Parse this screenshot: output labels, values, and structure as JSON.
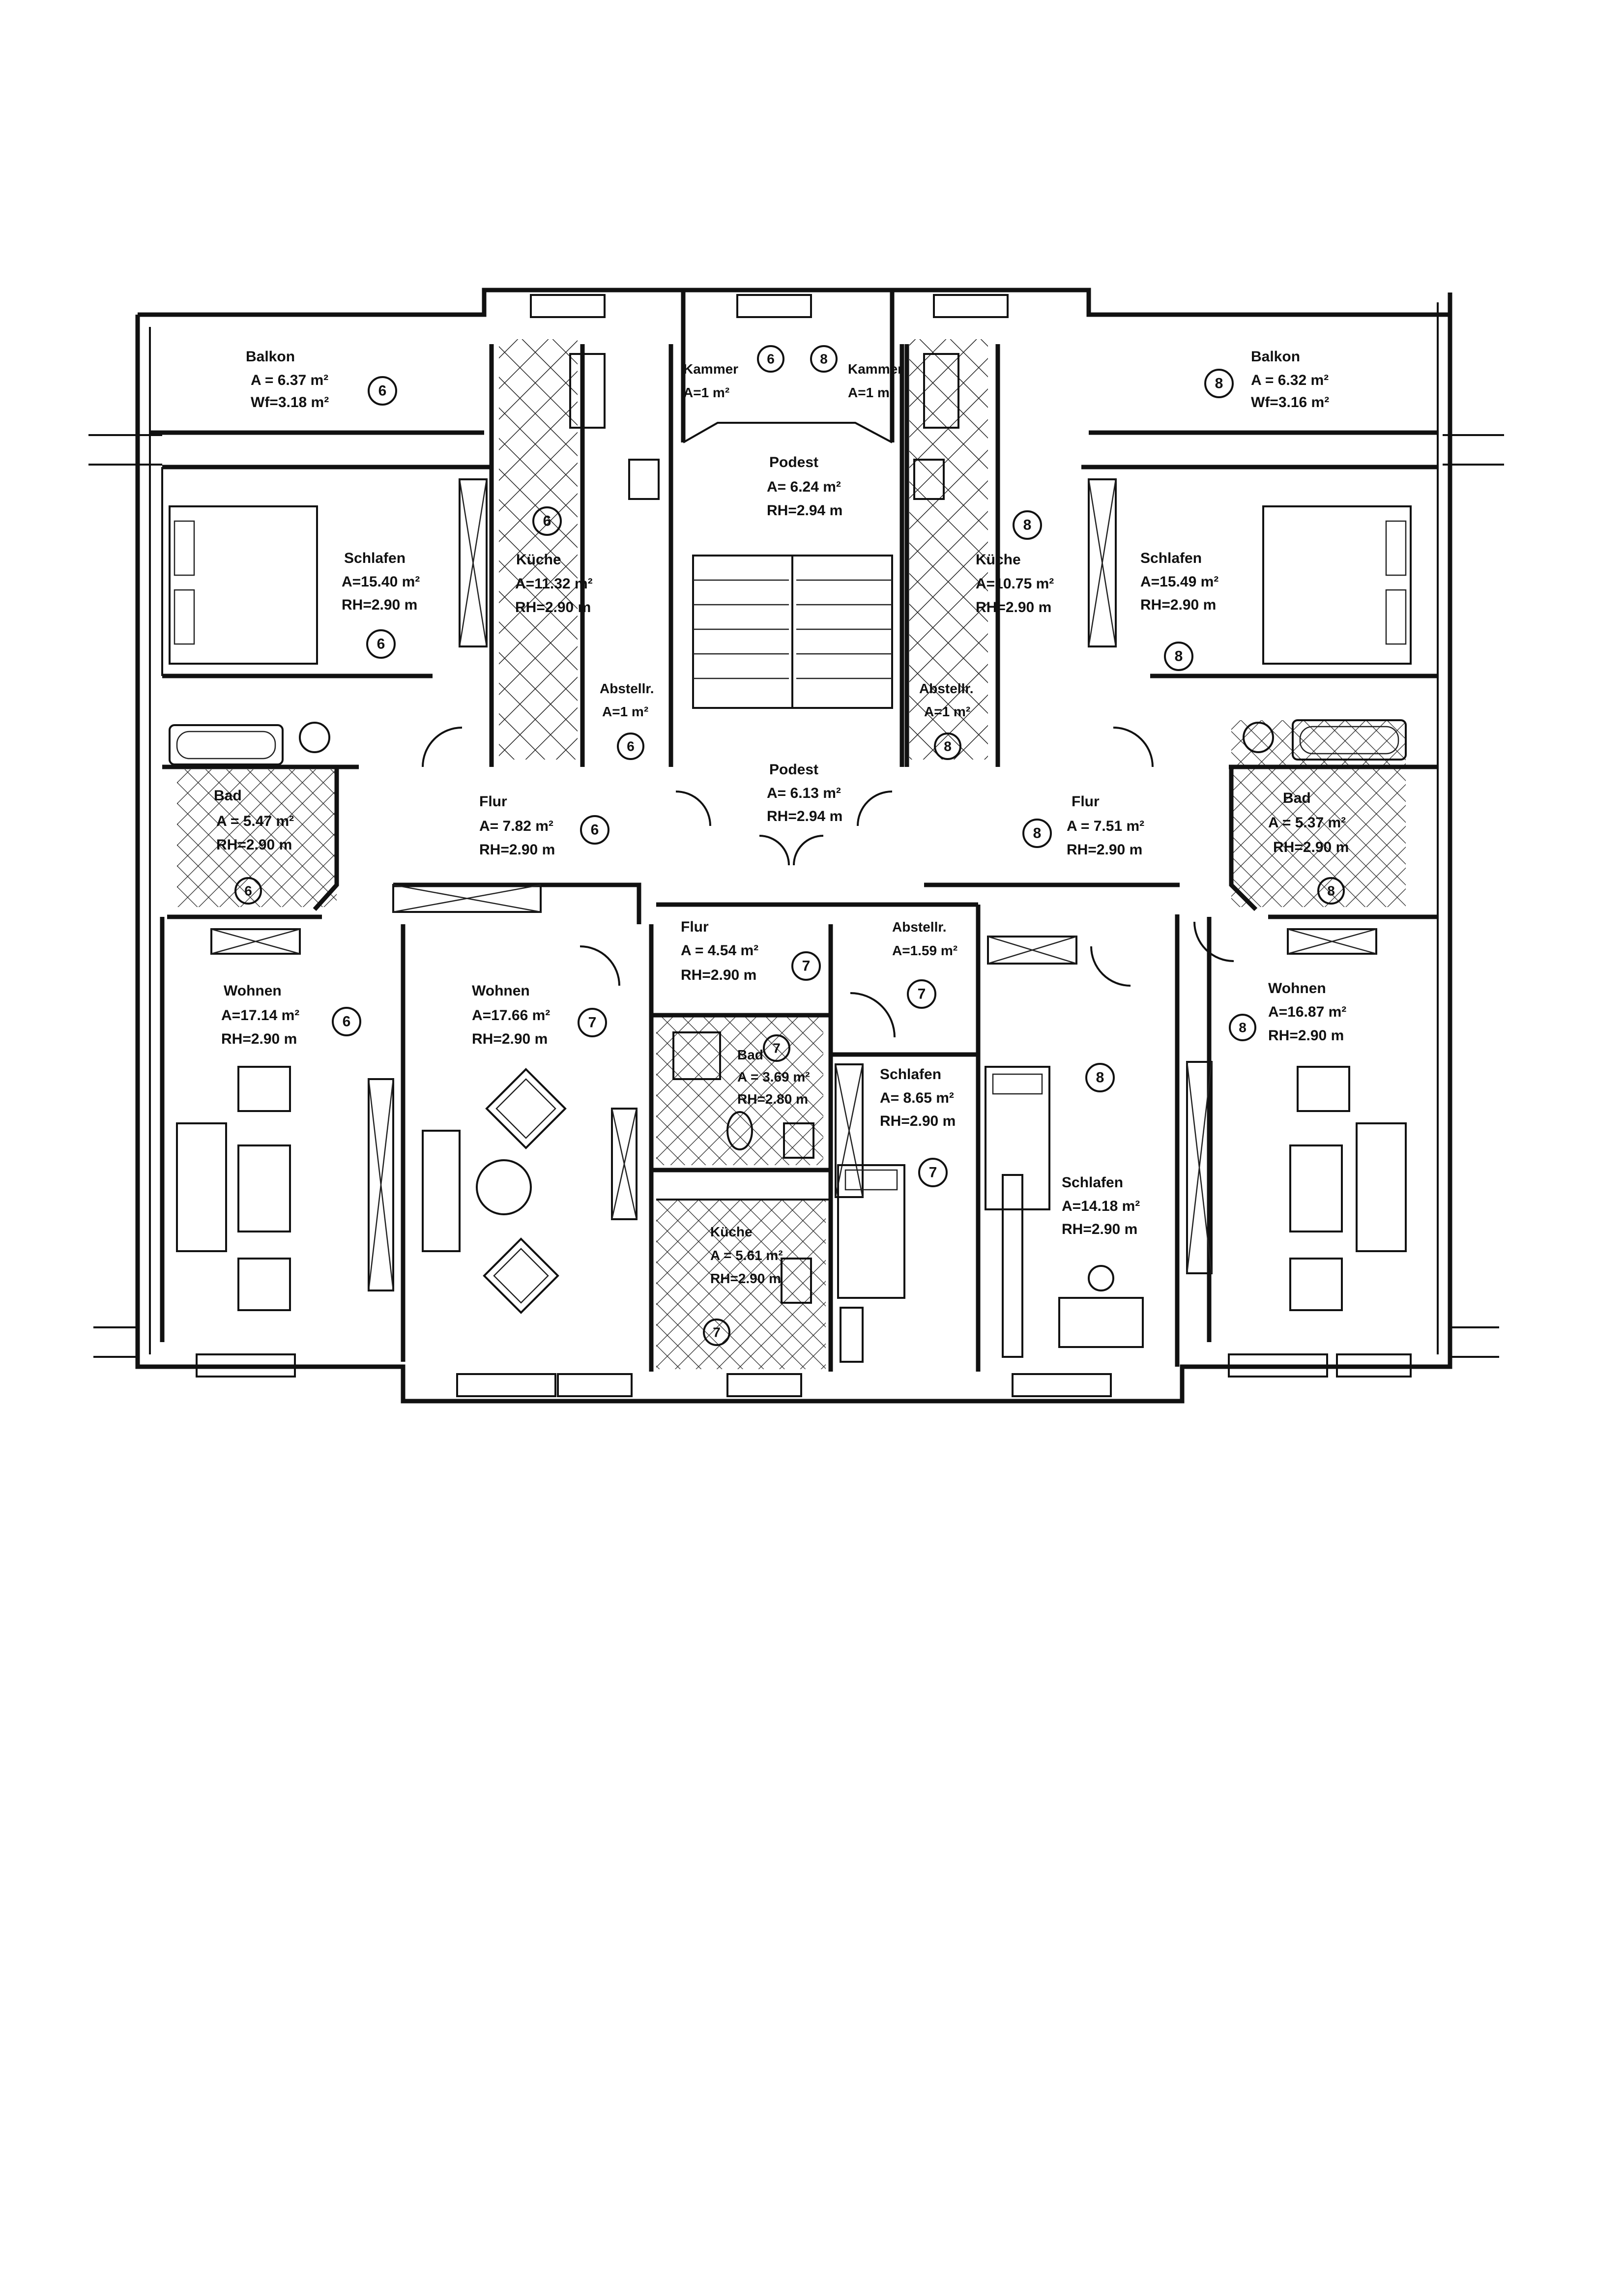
{
  "rooms": [
    {
      "id": "balkon_l",
      "title": "Balkon",
      "lines": [
        "A = 6.37 m²",
        "Wf=3.18 m²"
      ],
      "unit": "6"
    },
    {
      "id": "balkon_r",
      "title": "Balkon",
      "lines": [
        "A = 6.32 m²",
        "Wf=3.16 m²"
      ],
      "unit": "8"
    },
    {
      "id": "kammer_l",
      "title": "Kammer",
      "lines": [
        "A=1 m²"
      ],
      "unit": "6"
    },
    {
      "id": "kammer_r",
      "title": "Kammer",
      "lines": [
        "A=1 m²"
      ],
      "unit": "8"
    },
    {
      "id": "podest_top",
      "title": "Podest",
      "lines": [
        "A= 6.24 m²",
        "RH=2.94 m"
      ],
      "unit": ""
    },
    {
      "id": "podest_mid",
      "title": "Podest",
      "lines": [
        "A= 6.13 m²",
        "RH=2.94 m"
      ],
      "unit": ""
    },
    {
      "id": "schlafen_l",
      "title": "Schlafen",
      "lines": [
        "A=15.40 m²",
        "RH=2.90 m"
      ],
      "unit": "6"
    },
    {
      "id": "schlafen_r",
      "title": "Schlafen",
      "lines": [
        "A=15.49 m²",
        "RH=2.90 m"
      ],
      "unit": "8"
    },
    {
      "id": "kueche_l",
      "title": "Küche",
      "lines": [
        "A=11.32 m²",
        "RH=2.90 m"
      ],
      "unit": "6"
    },
    {
      "id": "kueche_r",
      "title": "Küche",
      "lines": [
        "A=10.75 m²",
        "RH=2.90 m"
      ],
      "unit": "8"
    },
    {
      "id": "abstell_l",
      "title": "Abstellr.",
      "lines": [
        "A=1 m²"
      ],
      "unit": "6"
    },
    {
      "id": "abstell_r",
      "title": "Abstellr.",
      "lines": [
        "A=1 m²"
      ],
      "unit": "8"
    },
    {
      "id": "bad_l",
      "title": "Bad",
      "lines": [
        "A = 5.47 m²",
        "RH=2.90 m"
      ],
      "unit": "6"
    },
    {
      "id": "bad_r",
      "title": "Bad",
      "lines": [
        "A = 5.37 m²",
        "RH=2.90 m"
      ],
      "unit": "8"
    },
    {
      "id": "flur_l",
      "title": "Flur",
      "lines": [
        "A= 7.82 m²",
        "RH=2.90 m"
      ],
      "unit": "6"
    },
    {
      "id": "flur_r",
      "title": "Flur",
      "lines": [
        "A = 7.51 m²",
        "RH=2.90 m"
      ],
      "unit": "8"
    },
    {
      "id": "flur_m",
      "title": "Flur",
      "lines": [
        "A = 4.54 m²",
        "RH=2.90 m"
      ],
      "unit": "7"
    },
    {
      "id": "abstell_m",
      "title": "Abstellr.",
      "lines": [
        "A=1.59 m²"
      ],
      "unit": "7"
    },
    {
      "id": "wohnen_l",
      "title": "Wohnen",
      "lines": [
        "A=17.14 m²",
        "RH=2.90 m"
      ],
      "unit": "6"
    },
    {
      "id": "wohnen_m",
      "title": "Wohnen",
      "lines": [
        "A=17.66 m²",
        "RH=2.90 m"
      ],
      "unit": "7"
    },
    {
      "id": "bad_m",
      "title": "Bad",
      "lines": [
        "A = 3.69 m²",
        "RH=2.80 m"
      ],
      "unit": "7"
    },
    {
      "id": "schlafen_m",
      "title": "Schlafen",
      "lines": [
        "A= 8.65 m²",
        "RH=2.90 m"
      ],
      "unit": "7"
    },
    {
      "id": "kueche_m",
      "title": "Küche",
      "lines": [
        "A = 5.61 m²",
        "RH=2.90 m"
      ],
      "unit": "7"
    },
    {
      "id": "schlafen_r2",
      "title": "Schlafen",
      "lines": [
        "A=14.18 m²",
        "RH=2.90 m"
      ],
      "unit": "8"
    },
    {
      "id": "wohnen_r",
      "title": "Wohnen",
      "lines": [
        "A=16.87 m²",
        "RH=2.90 m"
      ],
      "unit": "8"
    },
    {
      "id": "extra_unit_marker",
      "title": "",
      "lines": [],
      "unit": "8"
    }
  ]
}
